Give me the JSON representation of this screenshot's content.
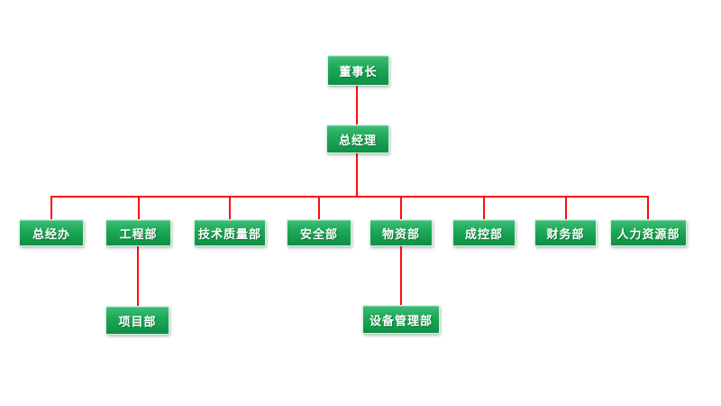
{
  "diagram": {
    "type": "org-chart",
    "background": "#ffffff",
    "colors": {
      "node_fill_top": "#3dbe77",
      "node_fill_mid": "#1ea956",
      "node_fill_bottom": "#0e8f45",
      "node_border": "#d8f0e2",
      "node_text": "#ffffff",
      "connector": "#fe0d0d"
    },
    "nodes": {
      "chairman": {
        "label": "董事长",
        "parent": null
      },
      "general_manager": {
        "label": "总经理",
        "parent": "chairman"
      },
      "general_office": {
        "label": "总经办",
        "parent": "general_manager"
      },
      "engineering": {
        "label": "工程部",
        "parent": "general_manager"
      },
      "tech_quality": {
        "label": "技术质量部",
        "parent": "general_manager"
      },
      "safety": {
        "label": "安全部",
        "parent": "general_manager"
      },
      "materials": {
        "label": "物资部",
        "parent": "general_manager"
      },
      "cost_control": {
        "label": "成控部",
        "parent": "general_manager"
      },
      "finance": {
        "label": "财务部",
        "parent": "general_manager"
      },
      "human_resources": {
        "label": "人力资源部",
        "parent": "general_manager"
      },
      "project": {
        "label": "项目部",
        "parent": "engineering"
      },
      "equipment_management": {
        "label": "设备管理部",
        "parent": "materials"
      }
    }
  }
}
